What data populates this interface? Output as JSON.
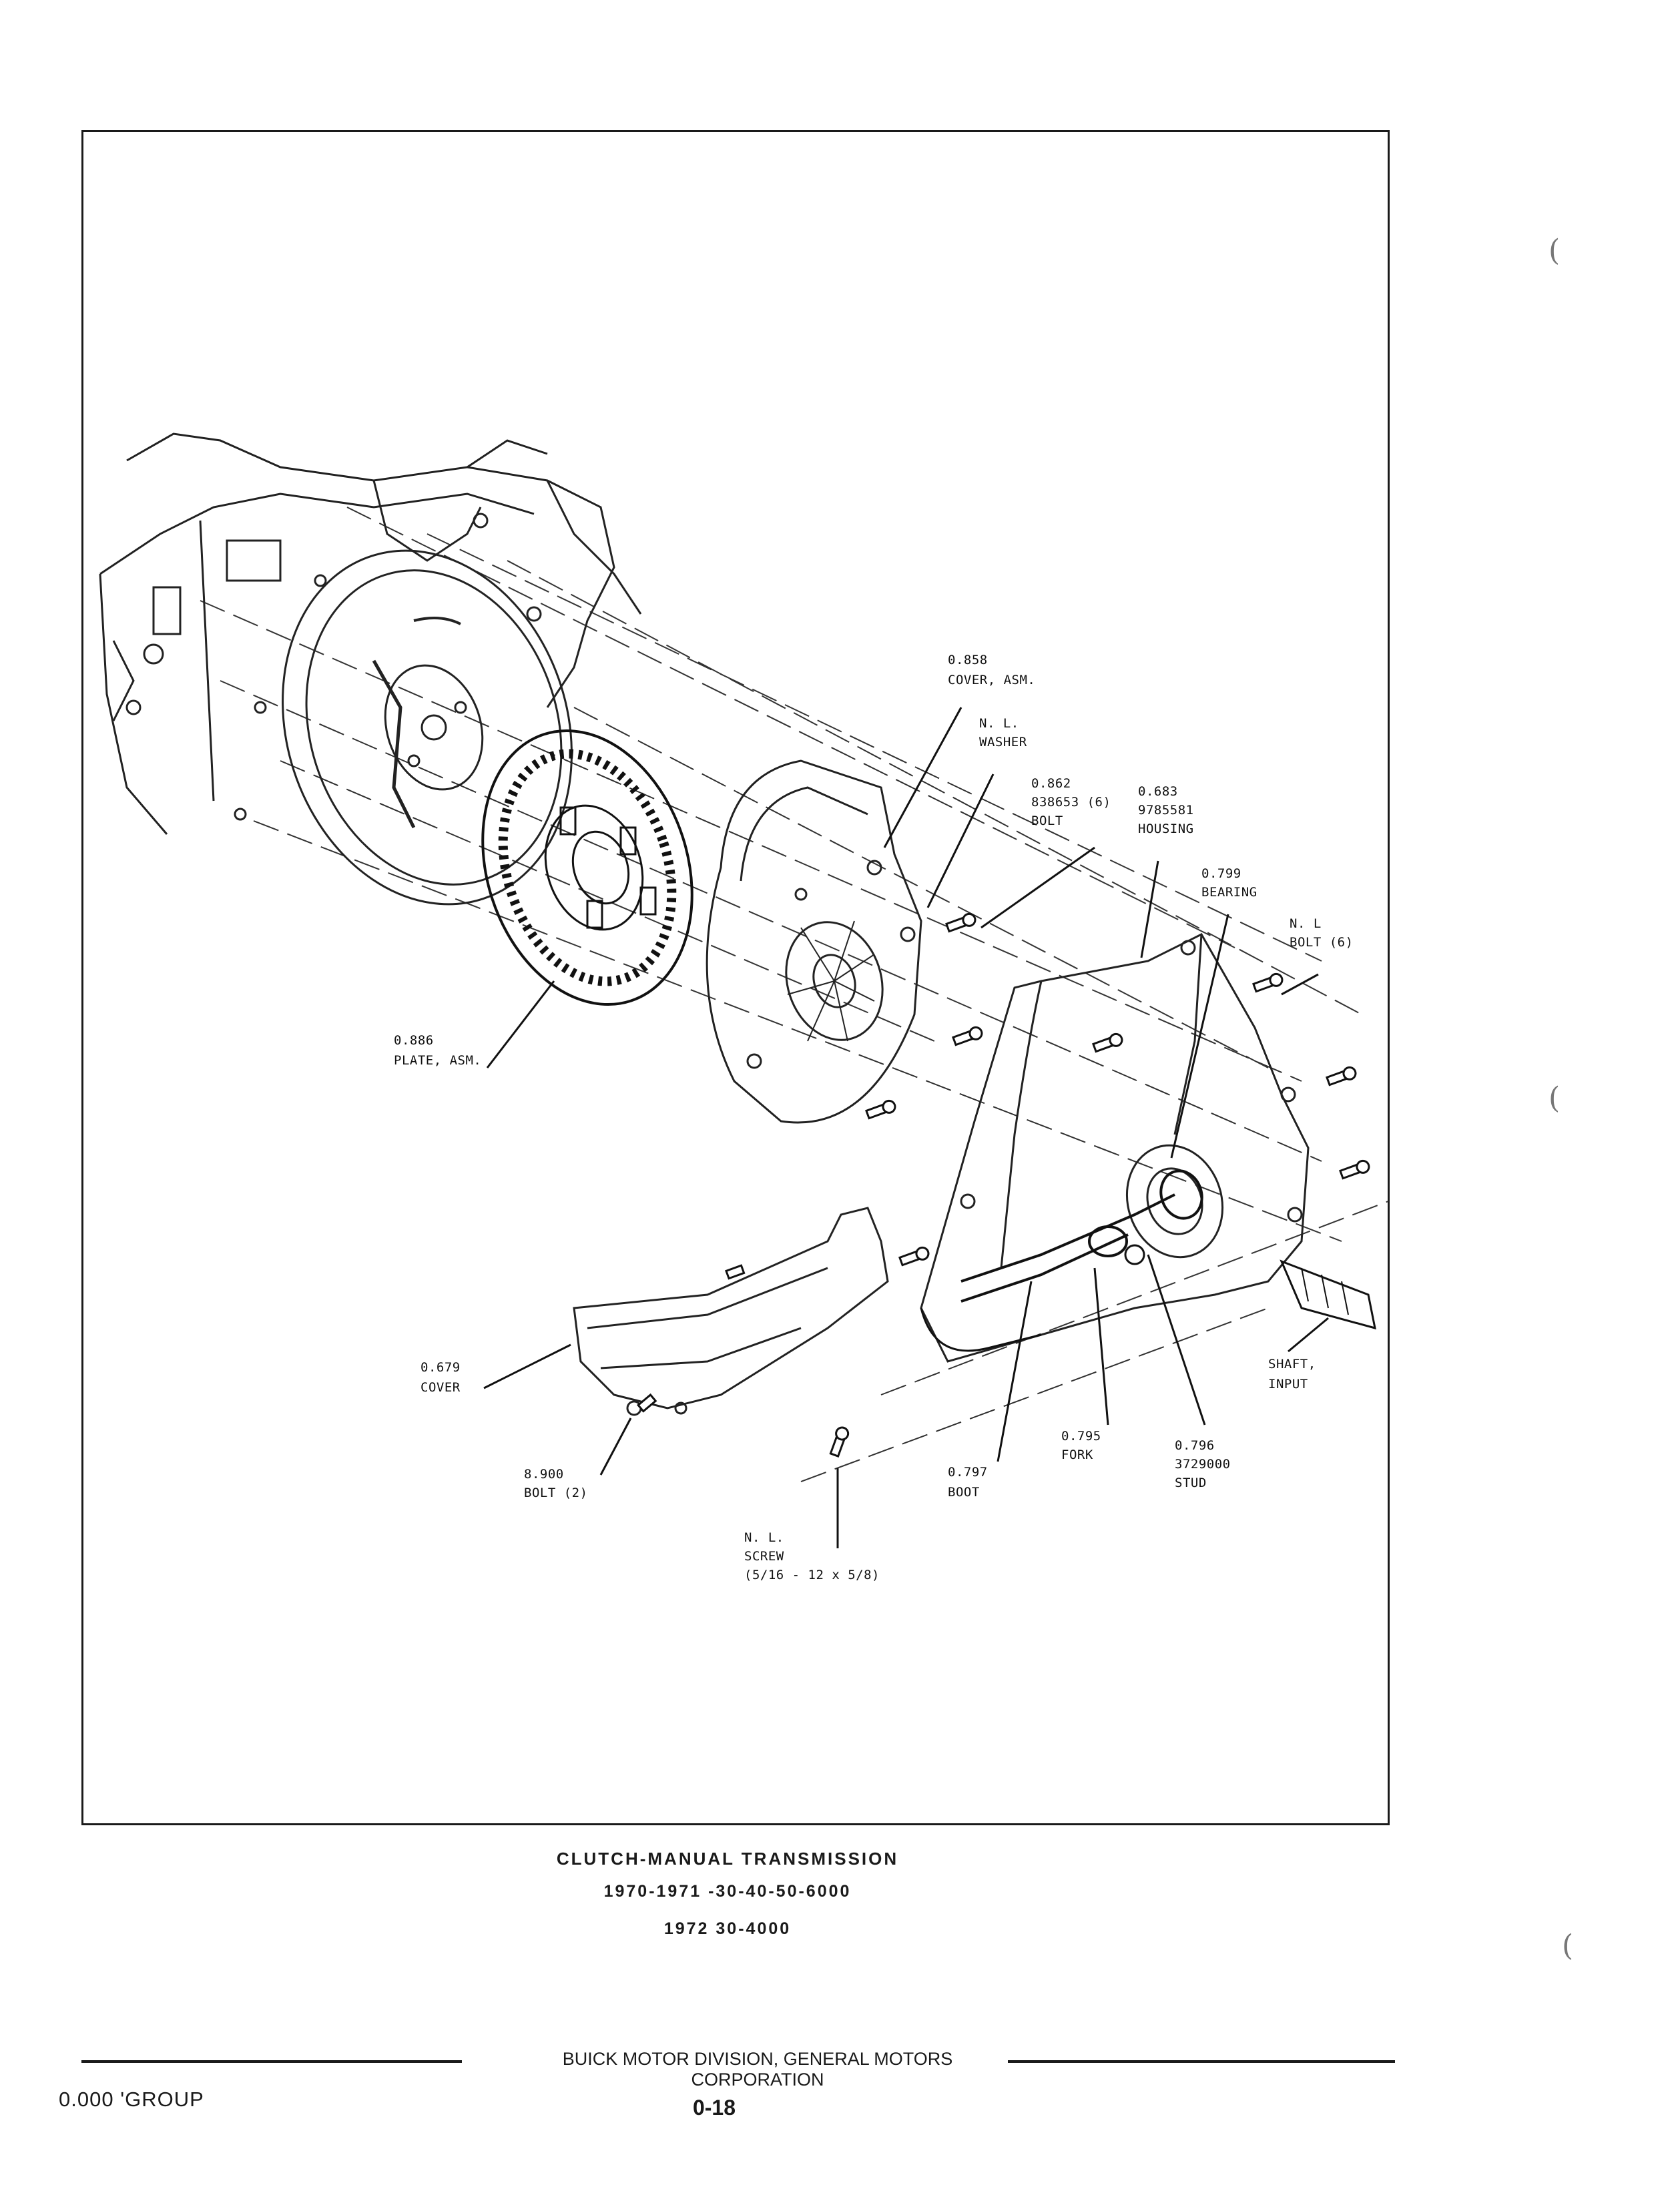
{
  "figure": {
    "labels": {
      "cover_asm": [
        "0.858",
        "COVER, ASM."
      ],
      "washer": [
        "N. L.",
        "WASHER"
      ],
      "bolt_862": [
        "0.862",
        "838653 (6)",
        "BOLT"
      ],
      "housing": [
        "0.683",
        "9785581",
        "HOUSING"
      ],
      "bearing": [
        "0.799",
        "BEARING"
      ],
      "nl_bolt": [
        "N. L",
        "BOLT (6)"
      ],
      "plate_asm": [
        "0.886",
        "PLATE, ASM."
      ],
      "cover_679": [
        "0.679",
        "COVER"
      ],
      "shaft": [
        "SHAFT,",
        "INPUT"
      ],
      "fork": [
        "0.795",
        "FORK"
      ],
      "stud": [
        "0.796",
        "3729000",
        "STUD"
      ],
      "boot": [
        "0.797",
        "BOOT"
      ],
      "bolt_900": [
        "8.900",
        "BOLT (2)"
      ],
      "screw": [
        "N. L.",
        "SCREW",
        "(5/16 - 12 x 5/8)"
      ]
    }
  },
  "caption": {
    "title": "CLUTCH-MANUAL TRANSMISSION",
    "line1": "1970-1971 -30-40-50-6000",
    "line2": "1972 30-4000"
  },
  "footer": {
    "organization": "BUICK MOTOR DIVISION, GENERAL MOTORS CORPORATION",
    "group": "0.000 ʹGROUP",
    "page": "0-18"
  }
}
